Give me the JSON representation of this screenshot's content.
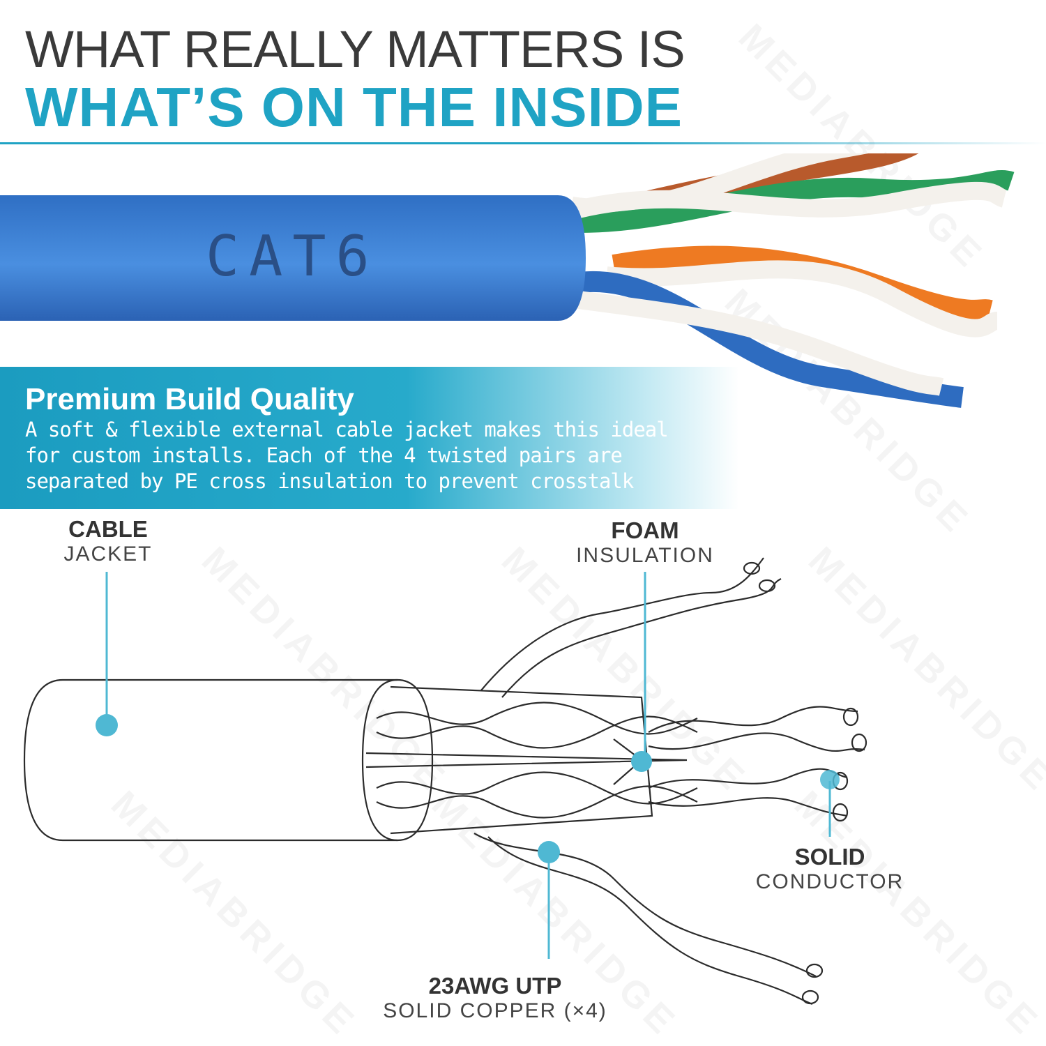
{
  "headline": {
    "line1": "WHAT REALLY MATTERS IS",
    "line2": "WHAT’S ON THE INSIDE"
  },
  "cable_photo": {
    "jacket_text": "CAT6",
    "jacket_color": "#3d7fd0",
    "pair_colors": [
      "#b85a2c",
      "#2a9e5c",
      "#ee7a22",
      "#2e6cc0"
    ]
  },
  "banner": {
    "title": "Premium Build Quality",
    "lines": [
      "A soft & flexible external cable jacket makes this ideal",
      "for custom installs. Each of the 4 twisted pairs are",
      "separated by PE cross insulation to prevent crosstalk"
    ]
  },
  "labels": {
    "cable_jacket": {
      "bold": "CABLE",
      "thin": "JACKET"
    },
    "foam_insulation": {
      "bold": "FOAM",
      "thin": "INSULATION"
    },
    "solid_conductor": {
      "bold": "SOLID",
      "thin": "CONDUCTOR"
    },
    "utp": {
      "bold": "23AWG UTP",
      "thin": "SOLID COPPER (×4)"
    }
  },
  "watermark": "MEDIABRIDGE",
  "colors": {
    "accent": "#1fa3c4",
    "callout": "#4fb8d3"
  }
}
